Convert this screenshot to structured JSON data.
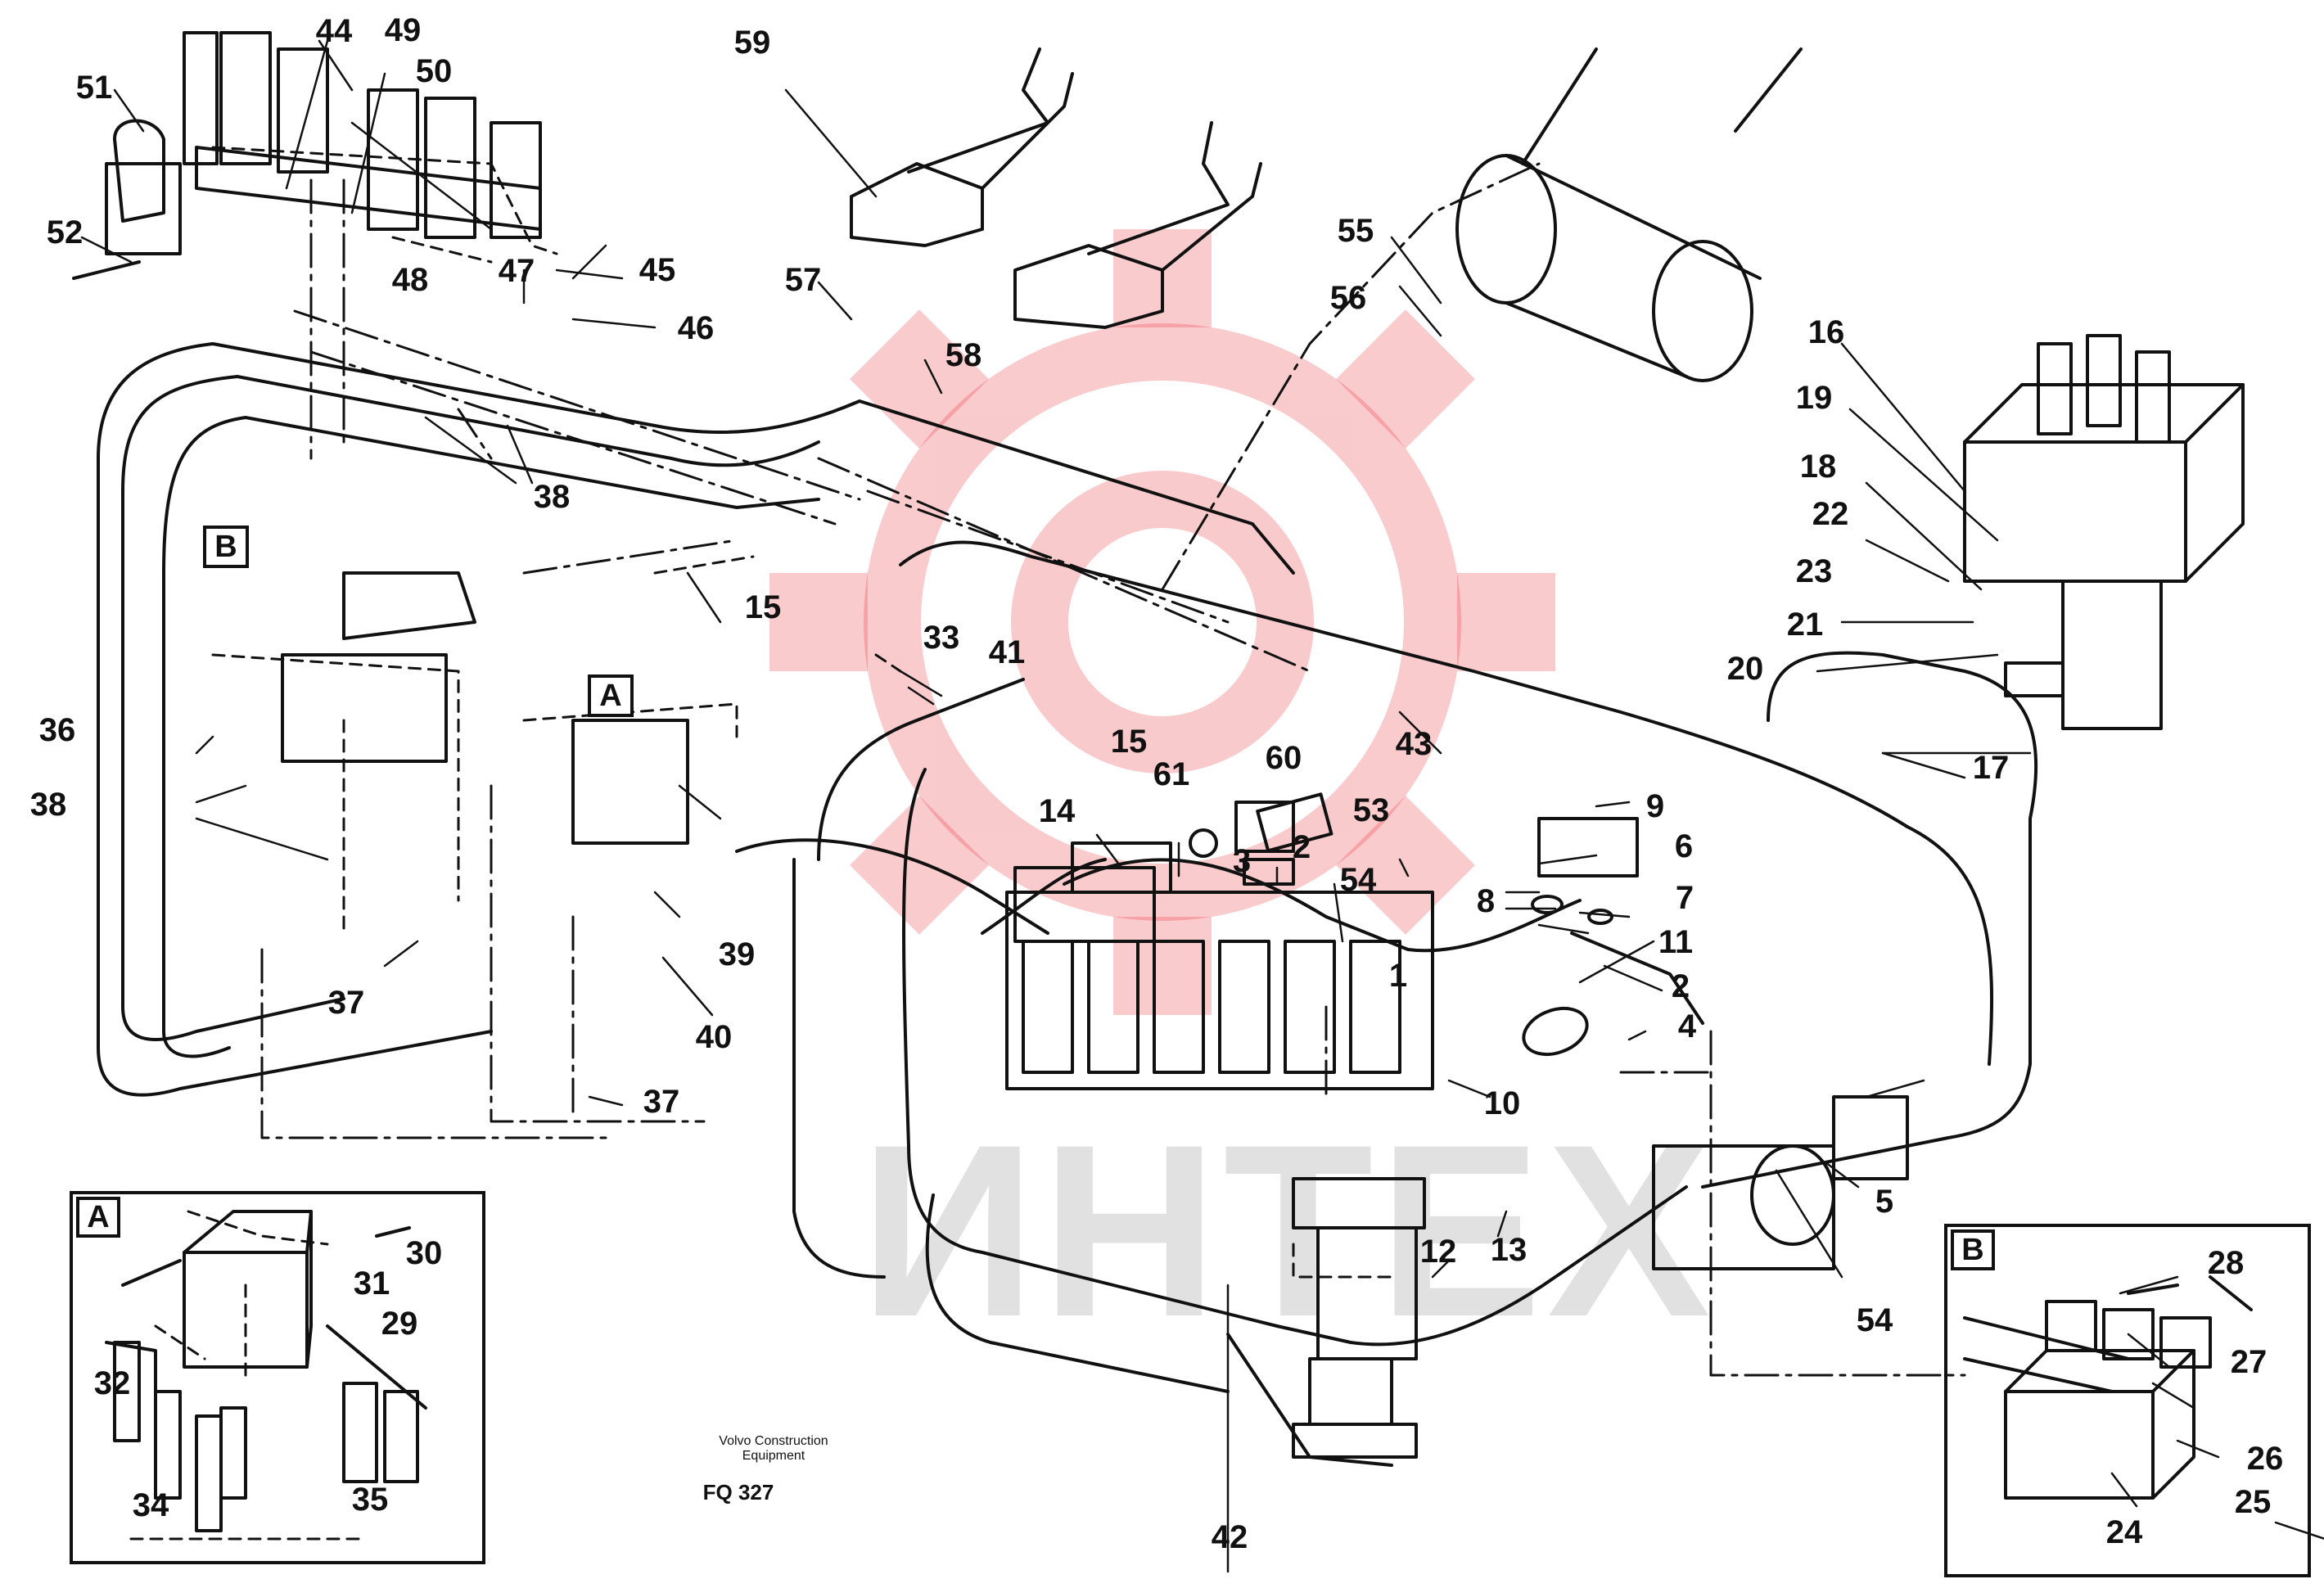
{
  "figure": {
    "caption_lines": [
      "Volvo Construction",
      "Equipment"
    ],
    "code": "FQ 327"
  },
  "watermark": {
    "text": "ИНТЕХ",
    "color": "#e8141c"
  },
  "detail_views": [
    {
      "id": "A",
      "label": "A"
    },
    {
      "id": "B",
      "label": "B"
    }
  ],
  "inset_titles": [
    "A",
    "B"
  ],
  "part_labels": [
    "1",
    "2",
    "3",
    "4",
    "5",
    "6",
    "7",
    "8",
    "9",
    "10",
    "11",
    "12",
    "13",
    "14",
    "15",
    "16",
    "17",
    "18",
    "19",
    "20",
    "21",
    "22",
    "23",
    "24",
    "25",
    "26",
    "27",
    "28",
    "29",
    "30",
    "31",
    "32",
    "33",
    "34",
    "35",
    "36",
    "37",
    "38",
    "39",
    "40",
    "41",
    "42",
    "43",
    "44",
    "45",
    "46",
    "47",
    "48",
    "49",
    "50",
    "51",
    "52",
    "53",
    "54",
    "55",
    "56",
    "57",
    "58",
    "59",
    "60",
    "61"
  ]
}
